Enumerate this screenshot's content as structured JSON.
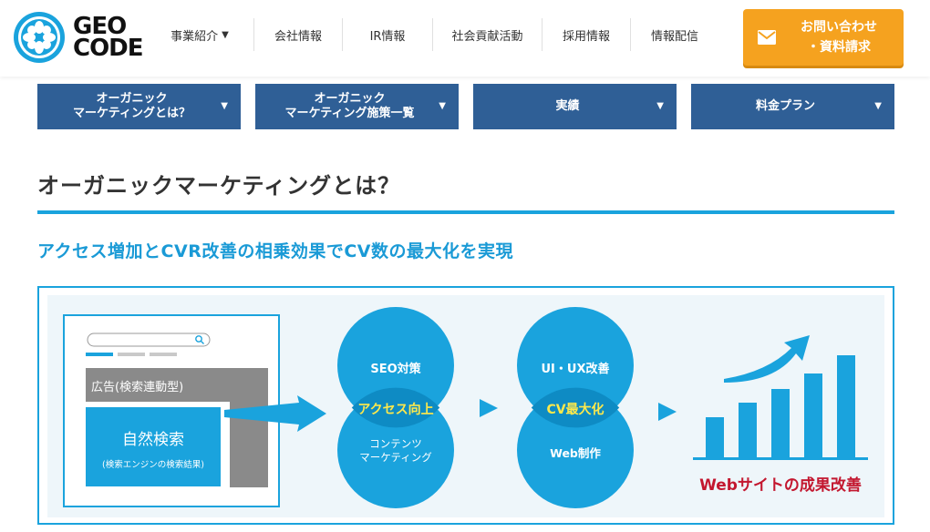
{
  "logo": {
    "line1": "GEO",
    "line2": "CODE"
  },
  "nav": {
    "items": [
      {
        "label": "事業紹介",
        "has_caret": true
      },
      {
        "label": "会社情報"
      },
      {
        "label": "IR情報"
      },
      {
        "label": "社会貢献活動"
      },
      {
        "label": "採用情報"
      },
      {
        "label": "情報配信"
      }
    ],
    "cta": {
      "line1": "お問い合わせ",
      "line2": "・資料請求"
    }
  },
  "tabs": [
    {
      "line1": "オーガニック",
      "line2": "マーケティングとは？"
    },
    {
      "line1": "オーガニック",
      "line2": "マーケティング施策一覧"
    },
    {
      "line1": "実績",
      "line2": ""
    },
    {
      "line1": "料金プラン",
      "line2": ""
    }
  ],
  "page_title": "オーガニックマーケティングとは？",
  "subtitle": "アクセス増加とCVR改善の相乗効果でCV数の最大化を実現",
  "diagram": {
    "ad_label": "広告(検索連動型)",
    "organic_label": "自然検索",
    "organic_sub": "(検索エンジンの検索結果)",
    "circle1_top": "SEO対策",
    "circle1_bottom_l1": "コンテンツ",
    "circle1_bottom_l2": "マーケティング",
    "circle1_overlap": "アクセス向上",
    "circle2_top": "UI・UX改善",
    "circle2_bottom": "Web制作",
    "circle2_overlap": "CV最大化",
    "result": "Webサイトの成果改善"
  },
  "colors": {
    "accent_blue": "#1aa3dd",
    "nav_blue": "#2f5f96",
    "cta_orange": "#f5a21f",
    "result_red": "#c3172f",
    "highlight_yellow": "#ffe94a"
  }
}
